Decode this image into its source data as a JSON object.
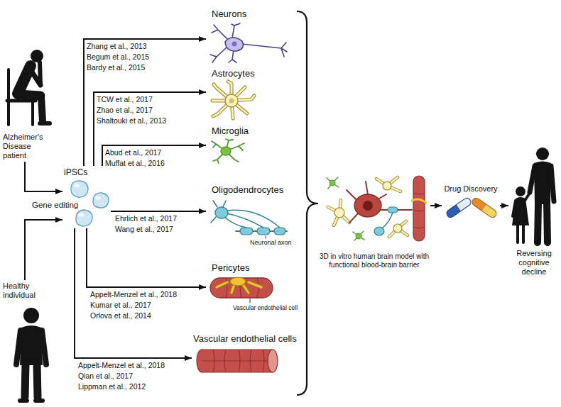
{
  "diagram": {
    "nodes": [
      {
        "text": [
          "Alzheimer's Disease patient"
        ]
      },
      {
        "text": [
          "Healthy individual"
        ]
      },
      {
        "text": [
          "iPSCs"
        ]
      },
      {
        "text": [
          "Neurons"
        ]
      },
      {
        "text": [
          "Astrocytes"
        ]
      },
      {
        "text": [
          "Microglia"
        ]
      },
      {
        "text": [
          "Oligodendrocytes"
        ]
      },
      {
        "text": [
          "Pericytes"
        ]
      },
      {
        "text": [
          "Vascular endothelial cells"
        ]
      },
      {
        "text": [
          "3D in vitro human brain model with functional blood-brain barrier"
        ]
      },
      {
        "text": [
          "Drug Discovery"
        ]
      },
      {
        "text": [
          "Reversing cognitive decline"
        ]
      }
    ],
    "edges": [
      {
        "from": 0,
        "to": 2,
        "arrow": "to"
      },
      {
        "from": 1,
        "to": 2,
        "arrow": "to"
      },
      {
        "from": 2,
        "to": 3,
        "arrow": "to"
      },
      {
        "from": 2,
        "to": 4,
        "arrow": "to"
      },
      {
        "from": 2,
        "to": 5,
        "arrow": "to"
      },
      {
        "from": 2,
        "to": 6,
        "arrow": "to"
      },
      {
        "from": 2,
        "to": 7,
        "arrow": "to"
      },
      {
        "from": 2,
        "to": 8,
        "arrow": "to"
      },
      {
        "from": 9,
        "to": 10,
        "arrow": "to"
      },
      {
        "from": 10,
        "to": 11,
        "arrow": "to"
      }
    ],
    "labels": [
      "Gene editing",
      "Zhang et al., 2013",
      "Begum et al., 2015",
      "Bardy et al., 2015",
      "TCW et al., 2017",
      "Zhao et al., 2017",
      "Shaltouki et al., 2013",
      "Abud et al., 2017",
      "Muffat et al., 2016",
      "Ehrlich et al., 2017",
      "Wang et al., 2017",
      "Neuronal axon",
      "Appelt-Menzel et al., 2018",
      "Kumar et al., 2017",
      "Orlova et al., 2014",
      "Vascular endothelial cell",
      "Appelt-Menzel et al., 2018",
      "Qian et al., 2017",
      "Lippman et al., 2012"
    ]
  }
}
